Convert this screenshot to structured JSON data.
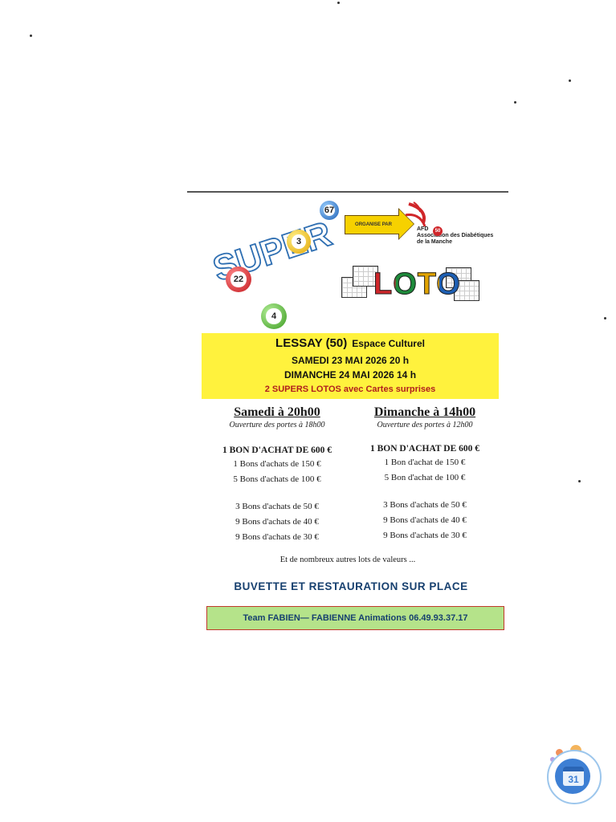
{
  "header": {
    "super_word": "SUPER",
    "loto_word": "LOTO",
    "organise_label": "ORGANISE PAR",
    "afd_label": "AFD",
    "afd_number": "50",
    "afd_line1": "Association des Diabétiques",
    "afd_line2": "de la Manche",
    "balls": [
      "67",
      "3",
      "22",
      "4"
    ]
  },
  "event": {
    "place": "LESSAY (50)",
    "venue": "Espace Culturel",
    "date1": "SAMEDI 23  MAI 2026  20 h",
    "date2": "DIMANCHE 24  MAI 2026  14 h",
    "tagline": "2 SUPERS LOTOS avec Cartes surprises"
  },
  "saturday": {
    "title": "Samedi à 20h00",
    "doors": "Ouverture des portes à 18h00",
    "main": "1 BON D'ACHAT DE 600 €",
    "items": [
      "1 Bons d'achats de 150 €",
      "5 Bons d'achats de 100 €",
      "3 Bons d'achats de 50 €",
      "9 Bons d'achats de 40 €",
      "9 Bons d'achats de 30 €"
    ]
  },
  "sunday": {
    "title": "Dimanche à 14h00",
    "doors": "Ouverture des portes à 12h00",
    "main": "1 BON D'ACHAT DE 600 €",
    "items": [
      "1 Bon d'achat de 150 €",
      "5 Bon d'achat de 100 €",
      "3 Bons d'achats de 50 €",
      "9 Bons d'achats de 40 €",
      "9 Bons d'achats de 30 €"
    ]
  },
  "footer": {
    "other_lots": "Et de nombreux autres lots de valeurs ...",
    "buvette": "BUVETTE  ET RESTAURATION SUR  PLACE",
    "team": "Team FABIEN— FABIENNE  Animations   06.49.93.37.17"
  },
  "calendar_badge": {
    "day": "31",
    "accent": "#3d7fd4"
  }
}
